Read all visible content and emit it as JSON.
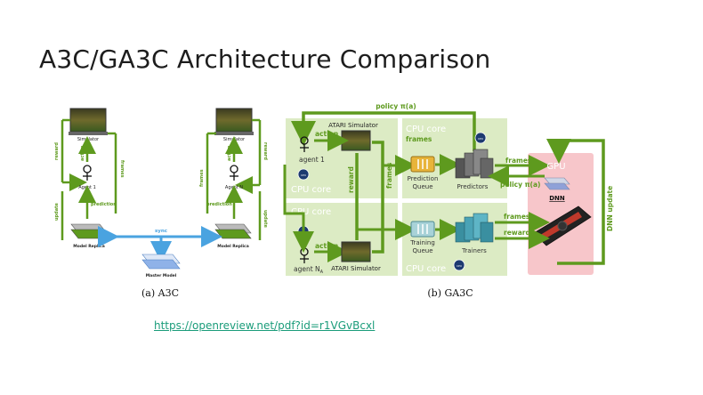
{
  "slide": {
    "title": "A3C/GA3C Architecture Comparison",
    "link": "https://openreview.net/pdf?id=r1VGvBcxl"
  },
  "colors": {
    "green": "#5e9a1e",
    "blue": "#4aa3e0",
    "pale_green": "#dcebc4",
    "pink": "#f7c6ca"
  },
  "a3c": {
    "caption": "(a) A3C",
    "left": {
      "simulator": "Simulator",
      "reward": "reward",
      "action": "action",
      "frames": "frames",
      "agent": "Agent 1",
      "prediction": "prediction",
      "update": "update",
      "replica": "Model Replica"
    },
    "right": {
      "simulator": "Simulator",
      "reward": "reward",
      "action": "action",
      "frames": "frames",
      "agent": "Agent N",
      "prediction": "prediction",
      "update": "update",
      "replica": "Model Replica"
    },
    "sync": "sync",
    "master": "Master Model"
  },
  "ga3c": {
    "caption": "(b) GA3C",
    "policy_top": "policy π(a)",
    "atari_top": "ATARI Simulator",
    "action_top": "action",
    "agent1": "agent 1",
    "cpu_core_1": "CPU core",
    "cpu_core_2": "CPU core",
    "cpu_core_3": "CPU core",
    "cpu_core_4": "CPU core",
    "frames_label": "frames",
    "reward_vertical": "reward",
    "frames_vertical": "frames",
    "prediction_queue_1": "Prediction",
    "prediction_queue_2": "Queue",
    "predictors": "Predictors",
    "frames_gpu": "frames",
    "policy_gpu": "policy π(a)",
    "gpu": "GPU",
    "dnn": "DNN",
    "dnn_update": "DNN update",
    "training_queue_1": "Training",
    "training_queue_2": "Queue",
    "trainers": "Trainers",
    "frames_train": "frames",
    "rewards_train": "rewards",
    "action_bottom": "action",
    "agentN": "agent N",
    "agentN_sub": "A",
    "atari_bottom": "ATARI Simulator",
    "chip": "CPU"
  }
}
